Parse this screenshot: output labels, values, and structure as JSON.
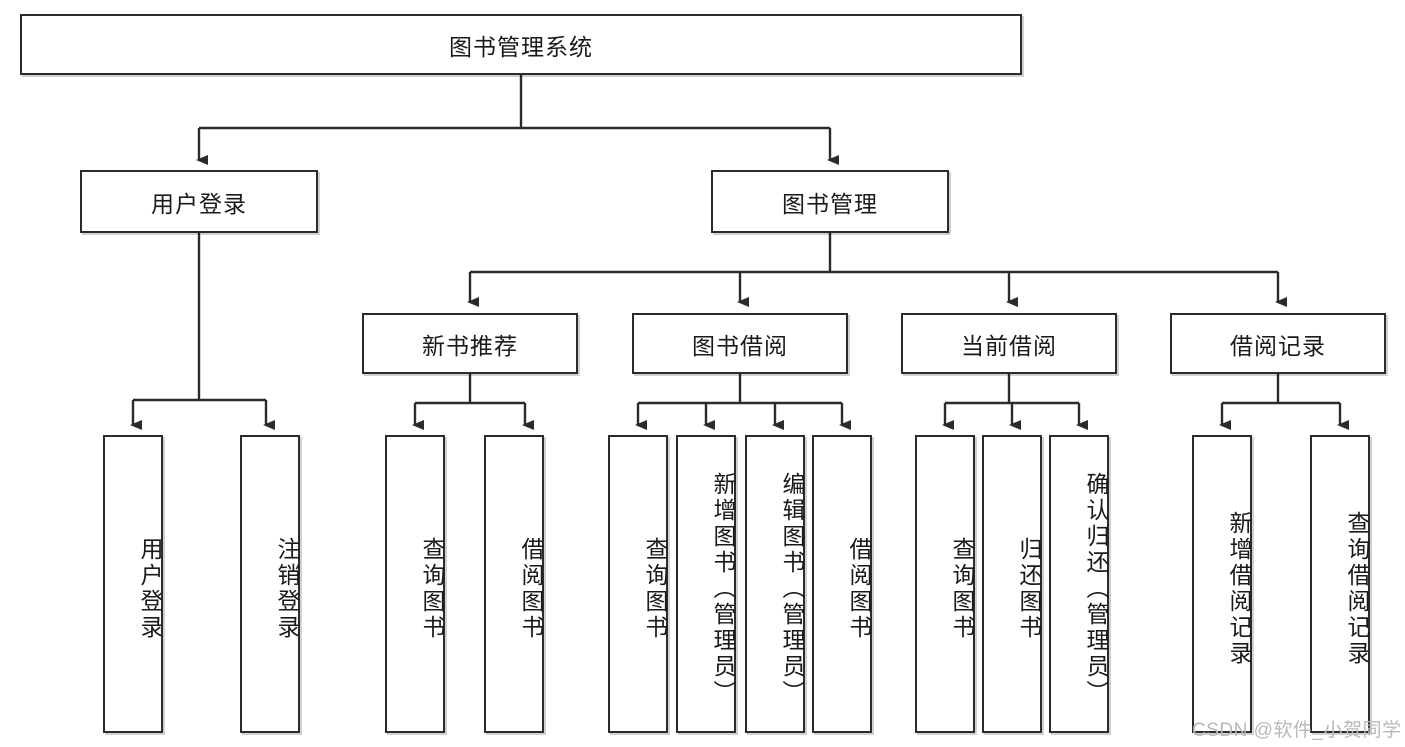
{
  "diagram": {
    "type": "hierarchy-tree",
    "title": "图书管理系统",
    "root": {
      "id": "root",
      "label": "图书管理系统"
    },
    "level2": [
      {
        "id": "user-login",
        "label": "用户登录"
      },
      {
        "id": "book-manage",
        "label": "图书管理"
      }
    ],
    "level3": [
      {
        "id": "new-book-rec",
        "label": "新书推荐",
        "parent": "book-manage"
      },
      {
        "id": "book-borrow",
        "label": "图书借阅",
        "parent": "book-manage"
      },
      {
        "id": "current-borrow",
        "label": "当前借阅",
        "parent": "book-manage"
      },
      {
        "id": "borrow-record",
        "label": "借阅记录",
        "parent": "book-manage"
      }
    ],
    "leaves": [
      {
        "id": "leaf-user-login",
        "label": "用户登录",
        "parent": "user-login"
      },
      {
        "id": "leaf-logout",
        "label": "注销登录",
        "parent": "user-login"
      },
      {
        "id": "leaf-query-book-1",
        "label": "查询图书",
        "parent": "new-book-rec"
      },
      {
        "id": "leaf-borrow-book-1",
        "label": "借阅图书",
        "parent": "new-book-rec"
      },
      {
        "id": "leaf-query-book-2",
        "label": "查询图书",
        "parent": "book-borrow"
      },
      {
        "id": "leaf-add-book",
        "label": "新增图书（管理员）",
        "parent": "book-borrow"
      },
      {
        "id": "leaf-edit-book",
        "label": "编辑图书（管理员）",
        "parent": "book-borrow"
      },
      {
        "id": "leaf-borrow-book-2",
        "label": "借阅图书",
        "parent": "book-borrow"
      },
      {
        "id": "leaf-query-book-3",
        "label": "查询图书",
        "parent": "current-borrow"
      },
      {
        "id": "leaf-return-book",
        "label": "归还图书",
        "parent": "current-borrow"
      },
      {
        "id": "leaf-confirm-return",
        "label": "确认归还（管理员）",
        "parent": "current-borrow"
      },
      {
        "id": "leaf-add-record",
        "label": "新增借阅记录",
        "parent": "borrow-record"
      },
      {
        "id": "leaf-query-record",
        "label": "查询借阅记录",
        "parent": "borrow-record"
      }
    ],
    "watermark": "CSDN @软件_小贺同学",
    "colors": {
      "stroke": "#2b2b2b",
      "fill": "#ffffff",
      "text": "#1a1a1a",
      "watermark": "#b9b9b9"
    }
  }
}
